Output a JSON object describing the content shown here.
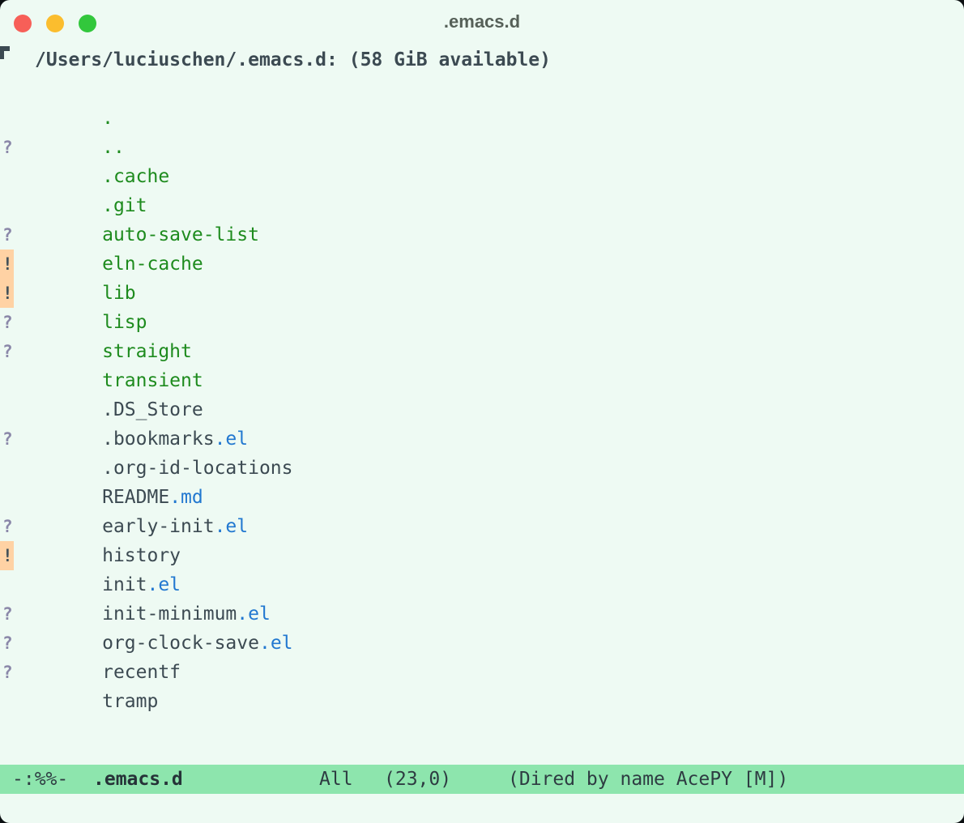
{
  "window": {
    "title": ".emacs.d",
    "controls": {
      "close": "close",
      "minimize": "minimize",
      "zoom": "zoom"
    }
  },
  "buffer": {
    "header": "/Users/luciuschen/.emacs.d: (58 GiB available)",
    "entries": [
      {
        "marker": "",
        "name": ".",
        "ext": "",
        "kind": "directory"
      },
      {
        "marker": "",
        "name": "..",
        "ext": "",
        "kind": "directory"
      },
      {
        "marker": "?",
        "name": ".cache",
        "ext": "",
        "kind": "directory"
      },
      {
        "marker": "",
        "name": ".git",
        "ext": "",
        "kind": "directory"
      },
      {
        "marker": "",
        "name": "auto-save-list",
        "ext": "",
        "kind": "directory"
      },
      {
        "marker": "?",
        "name": "eln-cache",
        "ext": "",
        "kind": "directory"
      },
      {
        "marker": "!",
        "name": "lib",
        "ext": "",
        "kind": "directory"
      },
      {
        "marker": "!",
        "name": "lisp",
        "ext": "",
        "kind": "directory"
      },
      {
        "marker": "?",
        "name": "straight",
        "ext": "",
        "kind": "directory"
      },
      {
        "marker": "?",
        "name": "transient",
        "ext": "",
        "kind": "directory"
      },
      {
        "marker": "",
        "name": ".DS_Store",
        "ext": "",
        "kind": "file"
      },
      {
        "marker": "",
        "name": ".bookmarks",
        "ext": ".el",
        "kind": "file"
      },
      {
        "marker": "?",
        "name": ".org-id-locations",
        "ext": "",
        "kind": "file"
      },
      {
        "marker": "",
        "name": "README",
        "ext": ".md",
        "kind": "file"
      },
      {
        "marker": "",
        "name": "early-init",
        "ext": ".el",
        "kind": "file"
      },
      {
        "marker": "?",
        "name": "history",
        "ext": "",
        "kind": "file"
      },
      {
        "marker": "!",
        "name": "init",
        "ext": ".el",
        "kind": "file"
      },
      {
        "marker": "",
        "name": "init-minimum",
        "ext": ".el",
        "kind": "file"
      },
      {
        "marker": "?",
        "name": "org-clock-save",
        "ext": ".el",
        "kind": "file"
      },
      {
        "marker": "?",
        "name": "recentf",
        "ext": "",
        "kind": "file"
      },
      {
        "marker": "?",
        "name": "tramp",
        "ext": "",
        "kind": "file"
      }
    ]
  },
  "modeline": {
    "status": "-:%%-",
    "buffer_name": ".emacs.d",
    "scroll": "All",
    "position": "(23,0)",
    "modes": "(Dired by name AcePY [M])"
  },
  "minibuffer": {
    "text": ""
  },
  "colors": {
    "background": "#eefaf3",
    "foreground": "#3c4a52",
    "directory_green": "#1e8b1e",
    "extension_blue": "#2278d0",
    "untracked_marker": "#8b88a9",
    "changed_marker_bg": "#ffd2a4",
    "modeline_bg": "#8de5ad",
    "close_red": "#f75f58",
    "minimize_yellow": "#fbbd2e",
    "zoom_green": "#32c73c"
  }
}
